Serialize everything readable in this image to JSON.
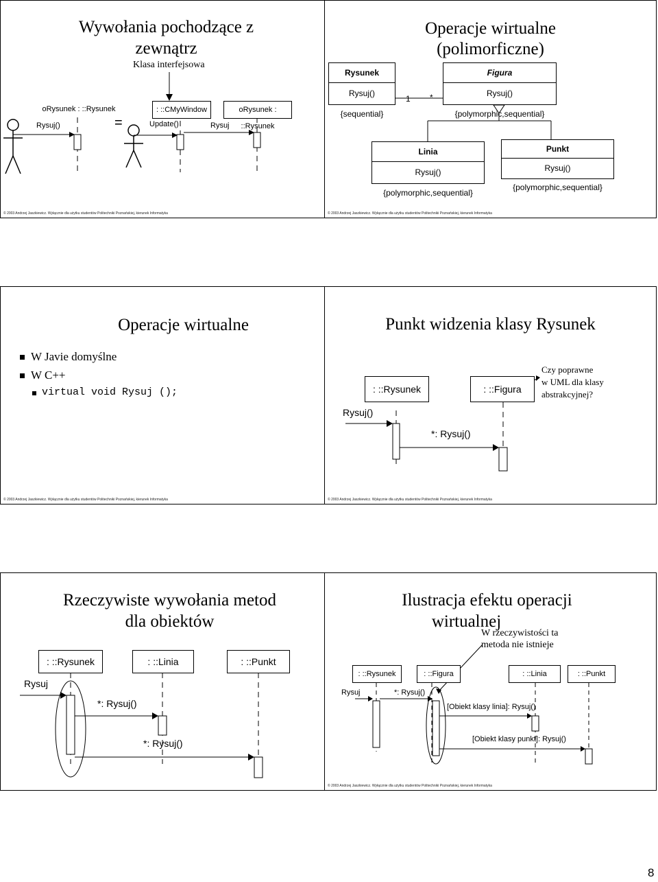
{
  "footer": "© 2003 Andrzej Jaszkiewicz. Wyłącznie dla użytku studentów Politechniki Poznańskiej, kierunek Informatyka",
  "page_number": "8",
  "slide1": {
    "title_line1": "Wywołania pochodzące z",
    "title_line2": "zewnątrz",
    "subtitle": "Klasa interfejsowa",
    "obj1": "oRysunek : ::Rysunek",
    "obj2": ": ::CMyWindow",
    "obj3": "oRysunek : ::Rysunek",
    "msg1": "Rysuj()",
    "equals": "=",
    "msg2": "Update()",
    "msg3": "Rysuj"
  },
  "slide2": {
    "title_line1": "Operacje wirtualne",
    "title_line2": "(polimorficzne)",
    "class_rysunek": "Rysunek",
    "class_figura": "Figura",
    "op_rysunek": "Rysuj(){sequential}",
    "mult_one": "1",
    "mult_many": "*",
    "op_figura": "Rysuj(){polymorphic,sequential}",
    "class_linia": "Linia",
    "op_linia": "Rysuj(){polymorphic,sequential}",
    "class_punkt": "Punkt",
    "op_punkt": "Rysuj(){polymorphic,sequential}"
  },
  "slide3": {
    "title": "Operacje wirtualne",
    "bullet1": "W Javie domyślne",
    "bullet2": "W C++",
    "code": "virtual void Rysuj ();"
  },
  "slide4": {
    "title": "Punkt widzenia klasy Rysunek",
    "obj1": ": ::Rysunek",
    "obj2": ": ::Figura",
    "note_line1": "Czy poprawne",
    "note_line2": "w UML dla klasy",
    "note_line3": "abstrakcyjnej?",
    "msg1": "Rysuj()",
    "msg2": "*: Rysuj()"
  },
  "slide5": {
    "title_line1": "Rzeczywiste wywołania metod",
    "title_line2": "dla obiektów",
    "obj1": ": ::Rysunek",
    "obj2": ": ::Linia",
    "obj3": ": ::Punkt",
    "msg1": "Rysuj",
    "msg2": "*: Rysuj()",
    "msg3": "*: Rysuj()"
  },
  "slide6": {
    "title_line1": "Ilustracja efektu operacji",
    "title_line2": "wirtualnej",
    "note_line1": "W rzeczywistości ta",
    "note_line2": "metoda nie istnieje",
    "obj1": ": ::Rysunek",
    "obj2": ": ::Figura",
    "obj3": ": ::Linia",
    "obj4": ": ::Punkt",
    "msg1": "Rysuj",
    "msg2": "*: Rysuj()",
    "msg3": "[Obiekt klasy linia]: Rysuj()",
    "msg4": "[Obiekt klasy punkt]: Rysuj()"
  }
}
